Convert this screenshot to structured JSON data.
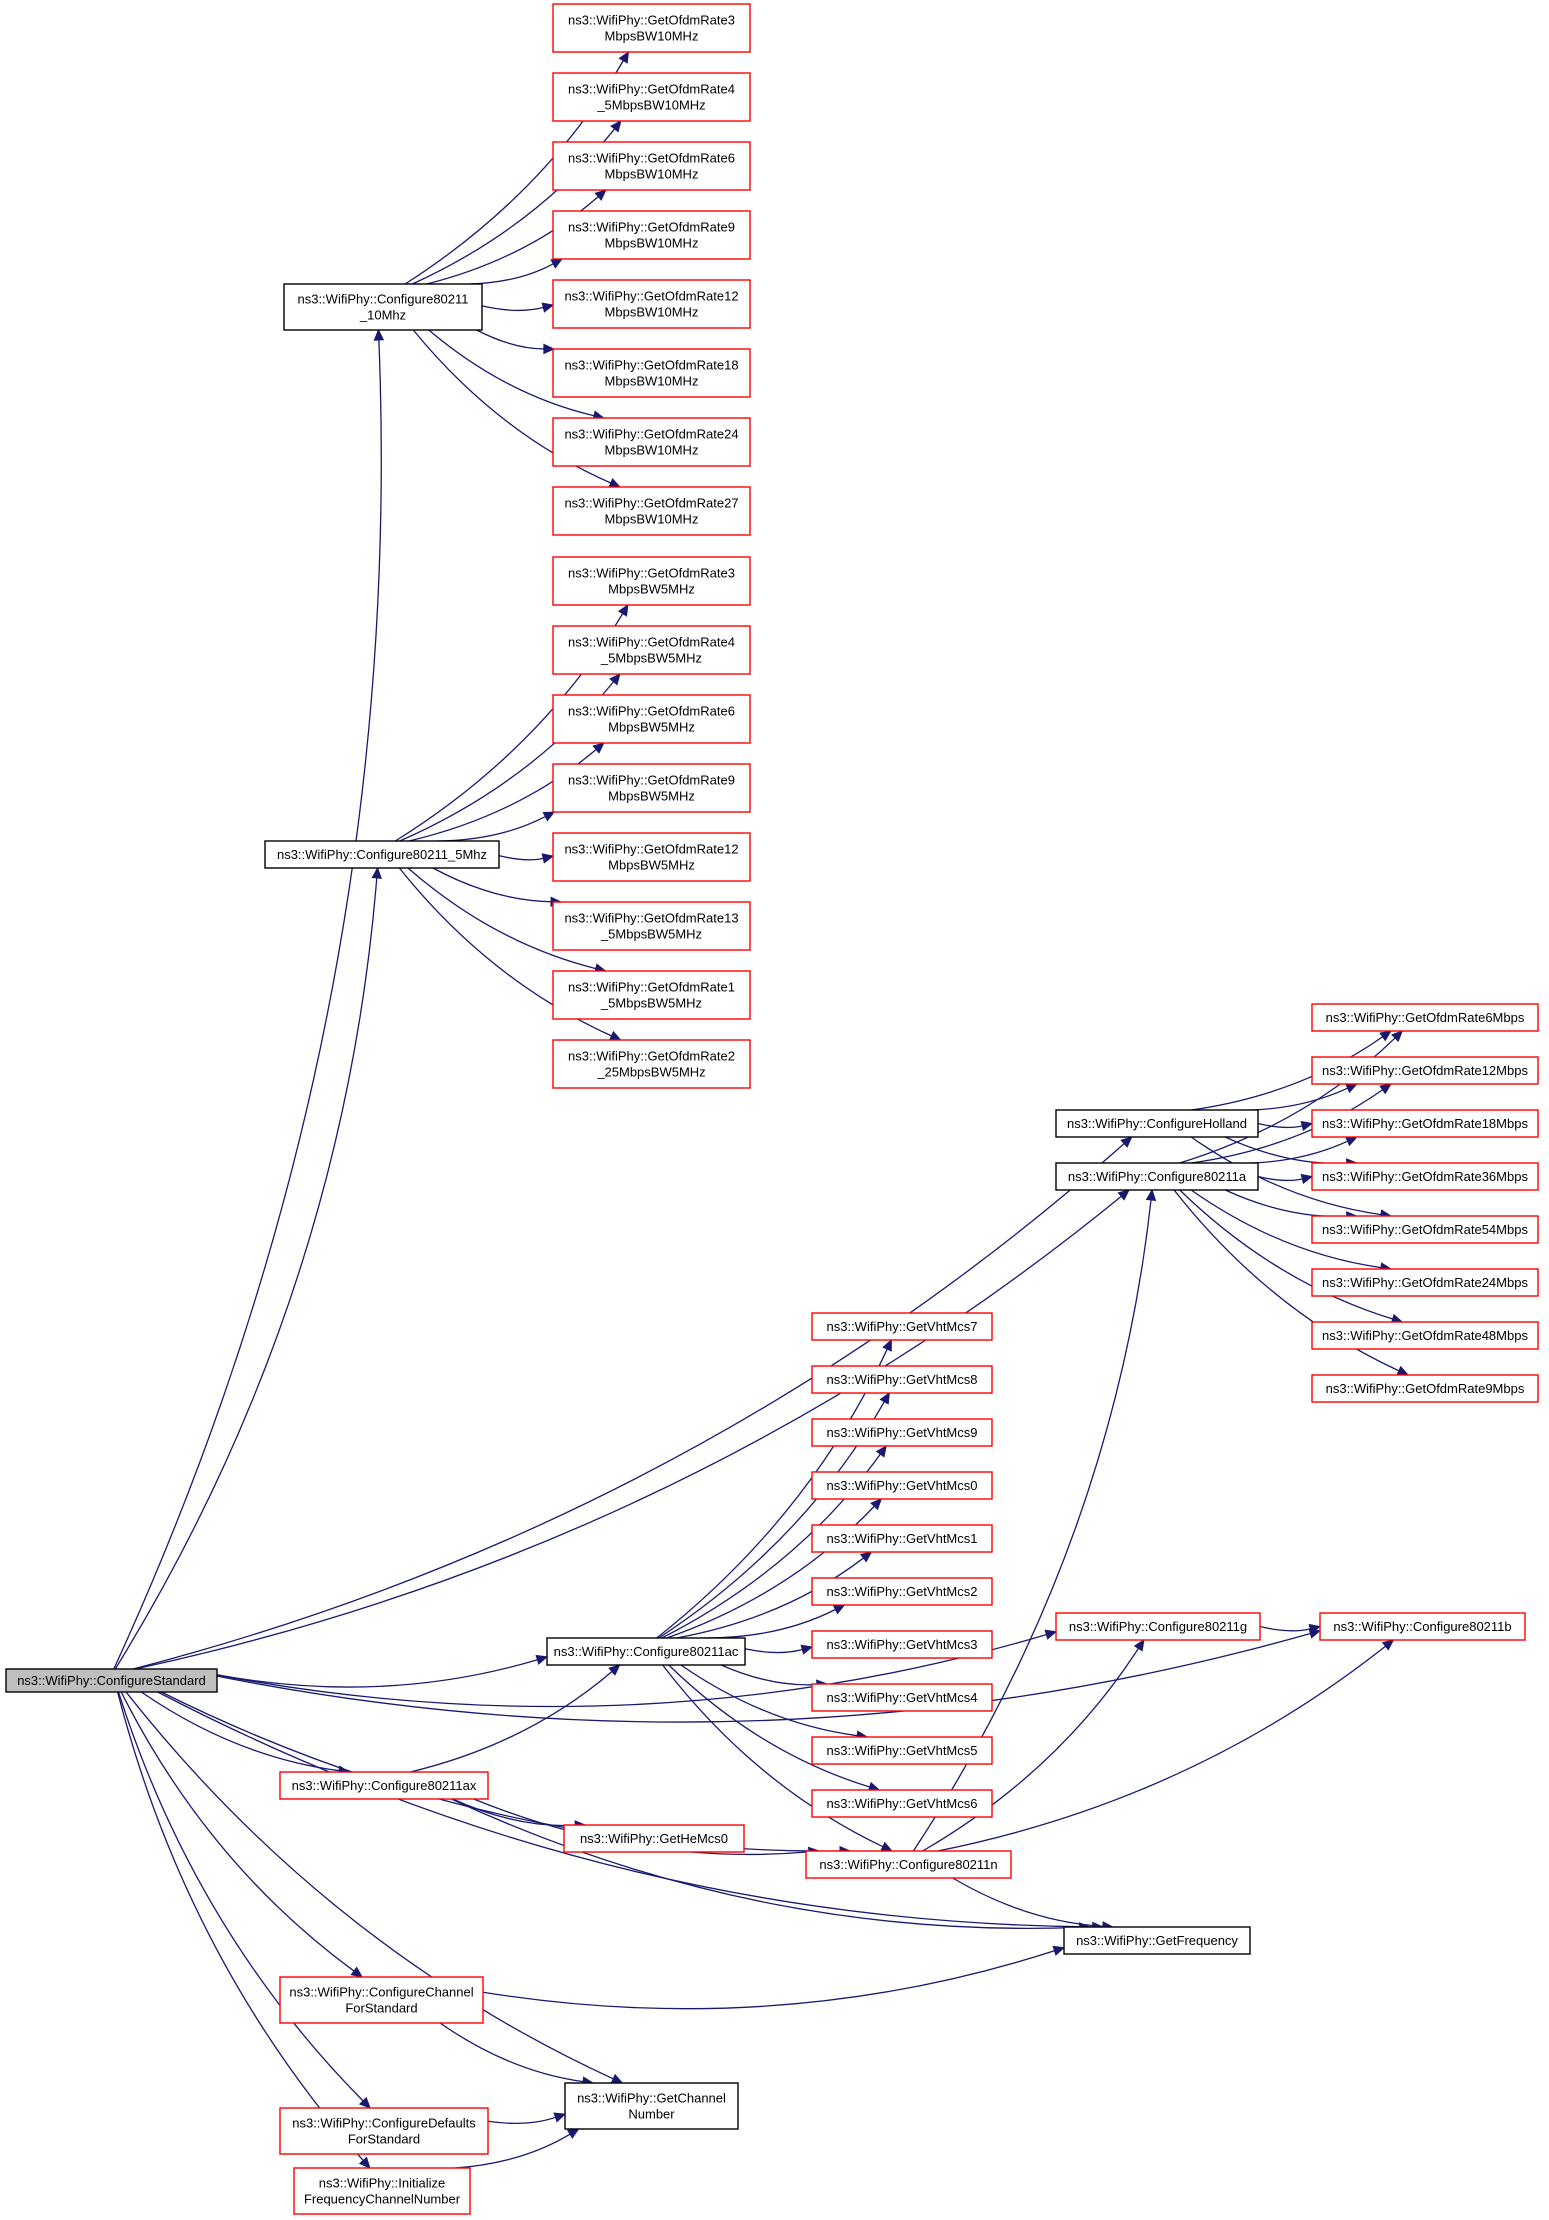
{
  "colors": {
    "edge": "#191970",
    "border_red": "#ff0000",
    "border_black": "#000000",
    "root_fill": "#bfbfbf"
  },
  "nodes": [
    {
      "id": "root",
      "lines": [
        "ns3::WifiPhy::ConfigureStandard"
      ],
      "style": "root"
    },
    {
      "id": "c10",
      "lines": [
        "ns3::WifiPhy::Configure80211",
        "_10Mhz"
      ],
      "style": "black"
    },
    {
      "id": "c5",
      "lines": [
        "ns3::WifiPhy::Configure80211_5Mhz"
      ],
      "style": "black"
    },
    {
      "id": "r10_3",
      "lines": [
        "ns3::WifiPhy::GetOfdmRate3",
        "MbpsBW10MHz"
      ],
      "style": "red"
    },
    {
      "id": "r10_45",
      "lines": [
        "ns3::WifiPhy::GetOfdmRate4",
        "_5MbpsBW10MHz"
      ],
      "style": "red"
    },
    {
      "id": "r10_6",
      "lines": [
        "ns3::WifiPhy::GetOfdmRate6",
        "MbpsBW10MHz"
      ],
      "style": "red"
    },
    {
      "id": "r10_9",
      "lines": [
        "ns3::WifiPhy::GetOfdmRate9",
        "MbpsBW10MHz"
      ],
      "style": "red"
    },
    {
      "id": "r10_12",
      "lines": [
        "ns3::WifiPhy::GetOfdmRate12",
        "MbpsBW10MHz"
      ],
      "style": "red"
    },
    {
      "id": "r10_18",
      "lines": [
        "ns3::WifiPhy::GetOfdmRate18",
        "MbpsBW10MHz"
      ],
      "style": "red"
    },
    {
      "id": "r10_24",
      "lines": [
        "ns3::WifiPhy::GetOfdmRate24",
        "MbpsBW10MHz"
      ],
      "style": "red"
    },
    {
      "id": "r10_27",
      "lines": [
        "ns3::WifiPhy::GetOfdmRate27",
        "MbpsBW10MHz"
      ],
      "style": "red"
    },
    {
      "id": "r5_3",
      "lines": [
        "ns3::WifiPhy::GetOfdmRate3",
        "MbpsBW5MHz"
      ],
      "style": "red"
    },
    {
      "id": "r5_45",
      "lines": [
        "ns3::WifiPhy::GetOfdmRate4",
        "_5MbpsBW5MHz"
      ],
      "style": "red"
    },
    {
      "id": "r5_6",
      "lines": [
        "ns3::WifiPhy::GetOfdmRate6",
        "MbpsBW5MHz"
      ],
      "style": "red"
    },
    {
      "id": "r5_9",
      "lines": [
        "ns3::WifiPhy::GetOfdmRate9",
        "MbpsBW5MHz"
      ],
      "style": "red"
    },
    {
      "id": "r5_12",
      "lines": [
        "ns3::WifiPhy::GetOfdmRate12",
        "MbpsBW5MHz"
      ],
      "style": "red"
    },
    {
      "id": "r5_135",
      "lines": [
        "ns3::WifiPhy::GetOfdmRate13",
        "_5MbpsBW5MHz"
      ],
      "style": "red"
    },
    {
      "id": "r5_15",
      "lines": [
        "ns3::WifiPhy::GetOfdmRate1",
        "_5MbpsBW5MHz"
      ],
      "style": "red"
    },
    {
      "id": "r5_225",
      "lines": [
        "ns3::WifiPhy::GetOfdmRate2",
        "_25MbpsBW5MHz"
      ],
      "style": "red"
    },
    {
      "id": "holland",
      "lines": [
        "ns3::WifiPhy::ConfigureHolland"
      ],
      "style": "black"
    },
    {
      "id": "c11a",
      "lines": [
        "ns3::WifiPhy::Configure80211a"
      ],
      "style": "black"
    },
    {
      "id": "o6",
      "lines": [
        "ns3::WifiPhy::GetOfdmRate6Mbps"
      ],
      "style": "red"
    },
    {
      "id": "o12",
      "lines": [
        "ns3::WifiPhy::GetOfdmRate12Mbps"
      ],
      "style": "red"
    },
    {
      "id": "o18",
      "lines": [
        "ns3::WifiPhy::GetOfdmRate18Mbps"
      ],
      "style": "red"
    },
    {
      "id": "o36",
      "lines": [
        "ns3::WifiPhy::GetOfdmRate36Mbps"
      ],
      "style": "red"
    },
    {
      "id": "o54",
      "lines": [
        "ns3::WifiPhy::GetOfdmRate54Mbps"
      ],
      "style": "red"
    },
    {
      "id": "o24",
      "lines": [
        "ns3::WifiPhy::GetOfdmRate24Mbps"
      ],
      "style": "red"
    },
    {
      "id": "o48",
      "lines": [
        "ns3::WifiPhy::GetOfdmRate48Mbps"
      ],
      "style": "red"
    },
    {
      "id": "o9",
      "lines": [
        "ns3::WifiPhy::GetOfdmRate9Mbps"
      ],
      "style": "red"
    },
    {
      "id": "vht7",
      "lines": [
        "ns3::WifiPhy::GetVhtMcs7"
      ],
      "style": "red"
    },
    {
      "id": "vht8",
      "lines": [
        "ns3::WifiPhy::GetVhtMcs8"
      ],
      "style": "red"
    },
    {
      "id": "vht9",
      "lines": [
        "ns3::WifiPhy::GetVhtMcs9"
      ],
      "style": "red"
    },
    {
      "id": "vht0",
      "lines": [
        "ns3::WifiPhy::GetVhtMcs0"
      ],
      "style": "red"
    },
    {
      "id": "vht1",
      "lines": [
        "ns3::WifiPhy::GetVhtMcs1"
      ],
      "style": "red"
    },
    {
      "id": "vht2",
      "lines": [
        "ns3::WifiPhy::GetVhtMcs2"
      ],
      "style": "red"
    },
    {
      "id": "vht3",
      "lines": [
        "ns3::WifiPhy::GetVhtMcs3"
      ],
      "style": "red"
    },
    {
      "id": "vht4",
      "lines": [
        "ns3::WifiPhy::GetVhtMcs4"
      ],
      "style": "red"
    },
    {
      "id": "vht5",
      "lines": [
        "ns3::WifiPhy::GetVhtMcs5"
      ],
      "style": "red"
    },
    {
      "id": "vht6",
      "lines": [
        "ns3::WifiPhy::GetVhtMcs6"
      ],
      "style": "red"
    },
    {
      "id": "c11ac",
      "lines": [
        "ns3::WifiPhy::Configure80211ac"
      ],
      "style": "black"
    },
    {
      "id": "c11g",
      "lines": [
        "ns3::WifiPhy::Configure80211g"
      ],
      "style": "red"
    },
    {
      "id": "c11b",
      "lines": [
        "ns3::WifiPhy::Configure80211b"
      ],
      "style": "red"
    },
    {
      "id": "c11ax",
      "lines": [
        "ns3::WifiPhy::Configure80211ax"
      ],
      "style": "red"
    },
    {
      "id": "hemcs0",
      "lines": [
        "ns3::WifiPhy::GetHeMcs0"
      ],
      "style": "red"
    },
    {
      "id": "c11n",
      "lines": [
        "ns3::WifiPhy::Configure80211n"
      ],
      "style": "red"
    },
    {
      "id": "getfreq",
      "lines": [
        "ns3::WifiPhy::GetFrequency"
      ],
      "style": "black"
    },
    {
      "id": "chanfor",
      "lines": [
        "ns3::WifiPhy::ConfigureChannel",
        "ForStandard"
      ],
      "style": "red"
    },
    {
      "id": "getchan",
      "lines": [
        "ns3::WifiPhy::GetChannel",
        "Number"
      ],
      "style": "black"
    },
    {
      "id": "deffor",
      "lines": [
        "ns3::WifiPhy::ConfigureDefaults",
        "ForStandard"
      ],
      "style": "red"
    },
    {
      "id": "initfreq",
      "lines": [
        "ns3::WifiPhy::Initialize",
        "FrequencyChannelNumber"
      ],
      "style": "red"
    }
  ],
  "edges": [
    [
      "root",
      "c10"
    ],
    [
      "root",
      "c5"
    ],
    [
      "root",
      "holland"
    ],
    [
      "root",
      "c11a"
    ],
    [
      "root",
      "c11b"
    ],
    [
      "root",
      "c11g"
    ],
    [
      "root",
      "c11ac"
    ],
    [
      "root",
      "c11ax"
    ],
    [
      "root",
      "c11n"
    ],
    [
      "root",
      "getfreq"
    ],
    [
      "root",
      "chanfor"
    ],
    [
      "root",
      "getchan"
    ],
    [
      "root",
      "deffor"
    ],
    [
      "root",
      "initfreq"
    ],
    [
      "c10",
      "r10_3"
    ],
    [
      "c10",
      "r10_45"
    ],
    [
      "c10",
      "r10_6"
    ],
    [
      "c10",
      "r10_9"
    ],
    [
      "c10",
      "r10_12"
    ],
    [
      "c10",
      "r10_18"
    ],
    [
      "c10",
      "r10_24"
    ],
    [
      "c10",
      "r10_27"
    ],
    [
      "c5",
      "r5_3"
    ],
    [
      "c5",
      "r5_45"
    ],
    [
      "c5",
      "r5_6"
    ],
    [
      "c5",
      "r5_9"
    ],
    [
      "c5",
      "r5_12"
    ],
    [
      "c5",
      "r5_135"
    ],
    [
      "c5",
      "r5_15"
    ],
    [
      "c5",
      "r5_225"
    ],
    [
      "holland",
      "o6"
    ],
    [
      "holland",
      "o12"
    ],
    [
      "holland",
      "o18"
    ],
    [
      "holland",
      "o36"
    ],
    [
      "holland",
      "o54"
    ],
    [
      "c11a",
      "o6"
    ],
    [
      "c11a",
      "o12"
    ],
    [
      "c11a",
      "o18"
    ],
    [
      "c11a",
      "o36"
    ],
    [
      "c11a",
      "o54"
    ],
    [
      "c11a",
      "o24"
    ],
    [
      "c11a",
      "o48"
    ],
    [
      "c11a",
      "o9"
    ],
    [
      "c11ac",
      "vht7"
    ],
    [
      "c11ac",
      "vht8"
    ],
    [
      "c11ac",
      "vht9"
    ],
    [
      "c11ac",
      "vht0"
    ],
    [
      "c11ac",
      "vht1"
    ],
    [
      "c11ac",
      "vht2"
    ],
    [
      "c11ac",
      "vht3"
    ],
    [
      "c11ac",
      "vht4"
    ],
    [
      "c11ac",
      "vht5"
    ],
    [
      "c11ac",
      "vht6"
    ],
    [
      "c11ac",
      "c11n"
    ],
    [
      "c11ax",
      "c11ac"
    ],
    [
      "c11ax",
      "hemcs0"
    ],
    [
      "c11ax",
      "c11n"
    ],
    [
      "c11ax",
      "getfreq"
    ],
    [
      "c11n",
      "c11a"
    ],
    [
      "c11n",
      "c11g"
    ],
    [
      "c11n",
      "c11b"
    ],
    [
      "c11n",
      "getfreq"
    ],
    [
      "c11g",
      "c11b"
    ],
    [
      "chanfor",
      "getfreq"
    ],
    [
      "chanfor",
      "getchan"
    ],
    [
      "deffor",
      "getchan"
    ],
    [
      "initfreq",
      "getchan"
    ]
  ]
}
